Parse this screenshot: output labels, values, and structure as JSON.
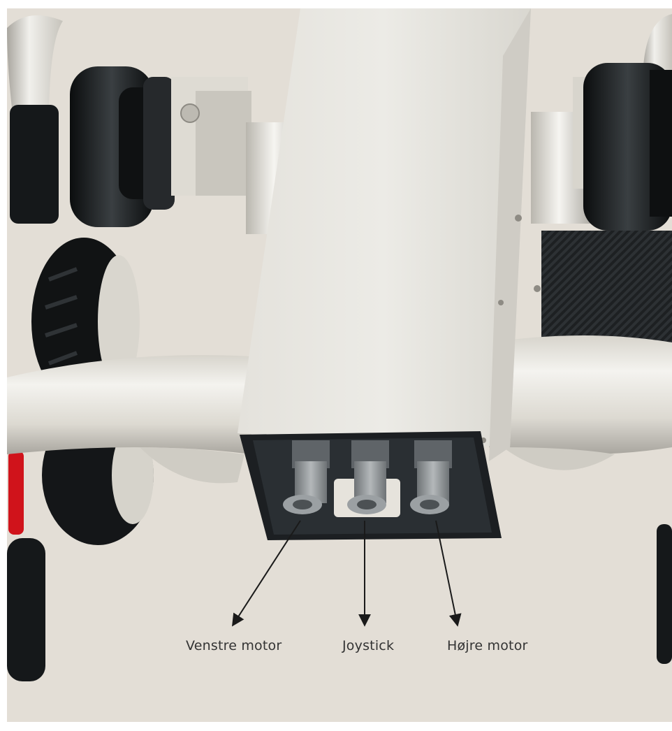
{
  "colors": {
    "background": "#e3ded6",
    "frame": "#ebe9e2",
    "frame_shadow": "#c4c1b9",
    "panel": "#1c1f22",
    "connector": "#8f9497",
    "wheel": "#111314",
    "brake_red": "#d0131b",
    "arrow": "#1a1a1a",
    "label": "#333333"
  },
  "callouts": [
    {
      "label": "Venstre motor"
    },
    {
      "label": "Joystick"
    },
    {
      "label": "Højre motor"
    }
  ]
}
